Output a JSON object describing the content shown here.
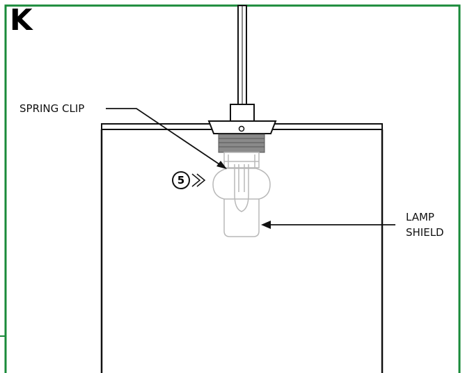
{
  "panel": {
    "letter": "K",
    "border_color": "#1a8a3a"
  },
  "step": {
    "number": "5"
  },
  "callouts": {
    "spring_clip": "SPRING CLIP",
    "lamp_shield": [
      "LAMP",
      "SHIELD"
    ]
  },
  "colors": {
    "outline": "#111111",
    "shield_outline": "#b8b8b8",
    "thread": "#8a8a8a"
  }
}
